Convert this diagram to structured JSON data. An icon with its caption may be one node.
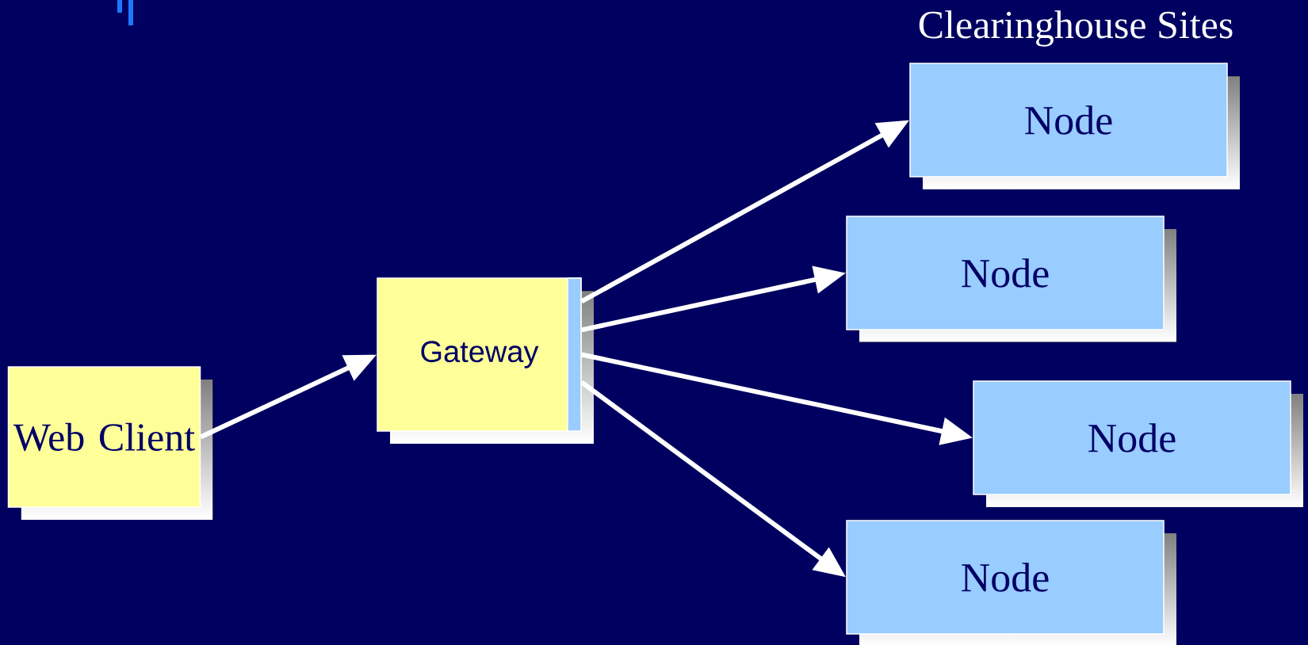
{
  "diagram": {
    "nodes": [
      {
        "text": [
          "Web Client"
        ]
      },
      {
        "text": [
          "Gateway"
        ]
      },
      {
        "text": [
          "Node"
        ]
      },
      {
        "text": [
          "Node"
        ]
      },
      {
        "text": [
          "Node"
        ]
      },
      {
        "text": [
          "Node"
        ]
      }
    ],
    "edges": [
      {
        "from": 0,
        "to": 1,
        "arrow": "to"
      },
      {
        "from": 1,
        "to": 2,
        "arrow": "to"
      },
      {
        "from": 1,
        "to": 3,
        "arrow": "to"
      },
      {
        "from": 1,
        "to": 4,
        "arrow": "to"
      },
      {
        "from": 1,
        "to": 5,
        "arrow": "to"
      }
    ],
    "labels": [
      "Clearinghouse Sites"
    ]
  }
}
